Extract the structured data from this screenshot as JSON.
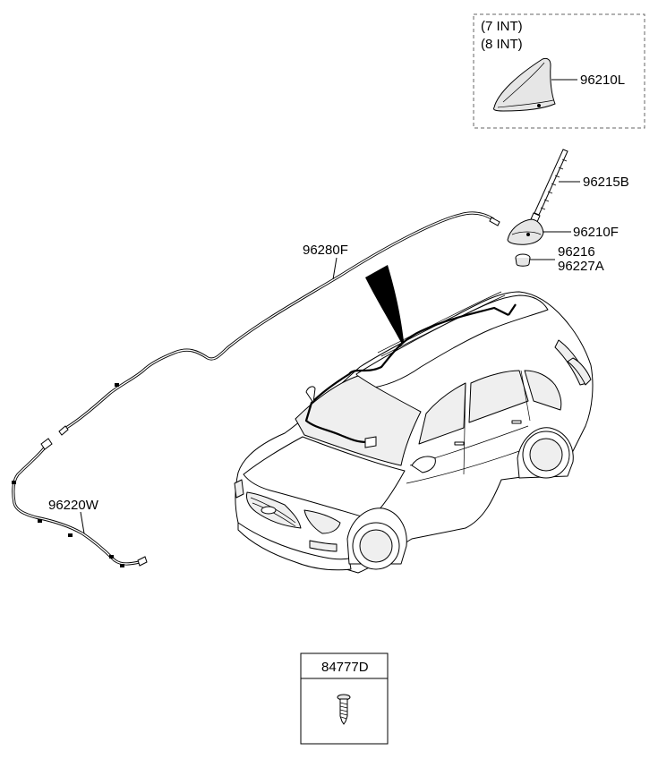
{
  "variant_box": {
    "line1": "(7 INT)",
    "line2": "(8 INT)"
  },
  "parts": {
    "shark_antenna": "96210L",
    "antenna_pole": "96215B",
    "antenna_base": "96210F",
    "grommet": "96216",
    "cap": "96227A",
    "roof_cable": "96280F",
    "main_cable": "96220W",
    "screw": "84777D"
  },
  "icons": {
    "screw": "screw-icon",
    "car": "suv-vehicle-illustration"
  }
}
